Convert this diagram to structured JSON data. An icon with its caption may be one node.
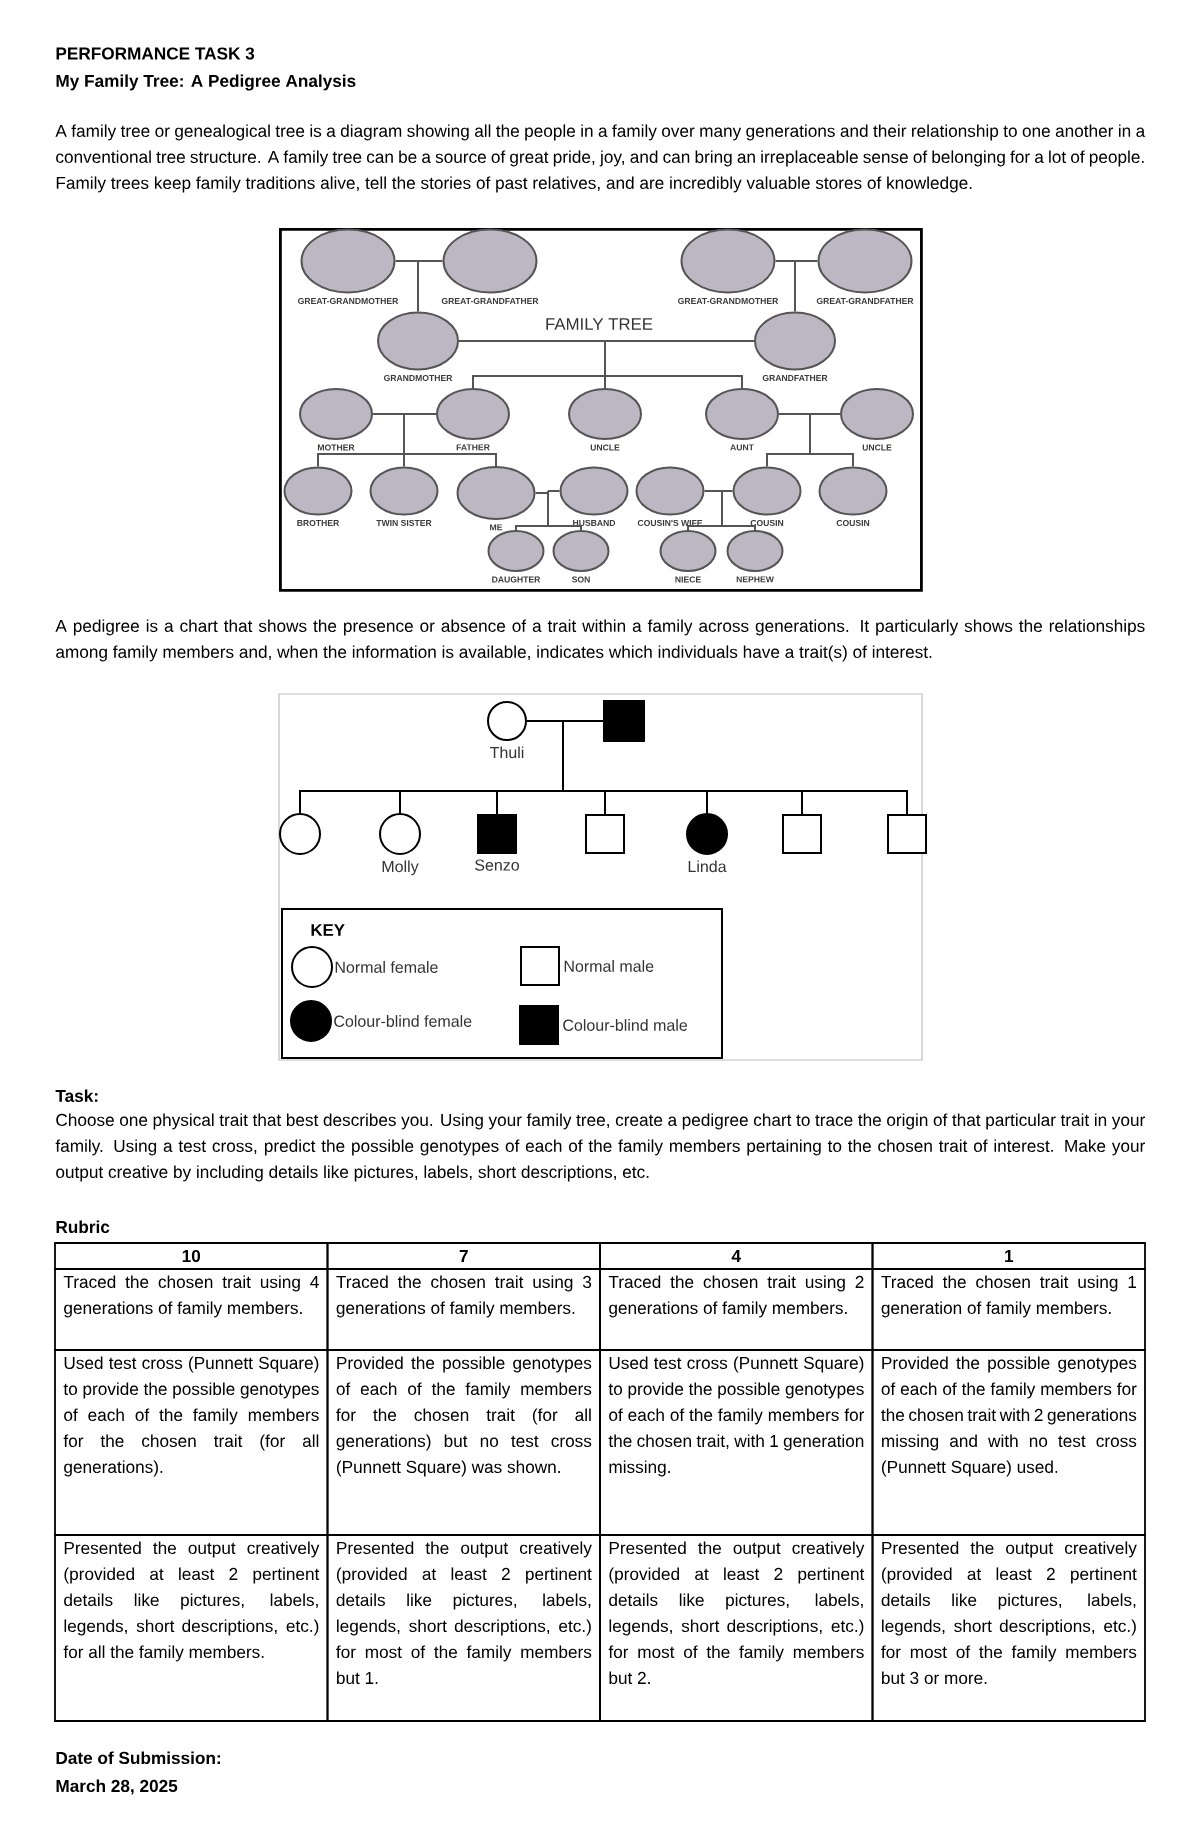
{
  "diagram": {
    "title": "PERFORMANCE TASK 3",
    "nodes": [
      {
        "text": [
          "FAMILY TREE"
        ]
      },
      {
        "text": [
          "GREAT-GRANDMOTHER"
        ],
        "in": 0
      },
      {
        "text": [
          "GREAT-GRANDFATHER"
        ],
        "in": 0
      },
      {
        "text": [
          "GREAT-GRANDMOTHER"
        ],
        "in": 0
      },
      {
        "text": [
          "GREAT-GRANDFATHER"
        ],
        "in": 0
      },
      {
        "text": [
          "GRANDMOTHER"
        ],
        "in": 0
      },
      {
        "text": [
          "GRANDFATHER"
        ],
        "in": 0
      },
      {
        "text": [
          "MOTHER"
        ],
        "in": 0
      },
      {
        "text": [
          "FATHER"
        ],
        "in": 0
      },
      {
        "text": [
          "UNCLE"
        ],
        "in": 0
      },
      {
        "text": [
          "AUNT"
        ],
        "in": 0
      },
      {
        "text": [
          "UNCLE"
        ],
        "in": 0
      },
      {
        "text": [
          "BROTHER"
        ],
        "in": 0
      },
      {
        "text": [
          "TWIN SISTER"
        ],
        "in": 0
      },
      {
        "text": [
          "ME"
        ],
        "in": 0
      },
      {
        "text": [
          "HUSBAND"
        ],
        "in": 0
      },
      {
        "text": [
          "COUSIN'S WIFE"
        ],
        "in": 0
      },
      {
        "text": [
          "COUSIN"
        ],
        "in": 0
      },
      {
        "text": [
          "COUSIN"
        ],
        "in": 0
      },
      {
        "text": [
          "DAUGHTER"
        ],
        "in": 0
      },
      {
        "text": [
          "SON"
        ],
        "in": 0
      },
      {
        "text": [
          "NIECE"
        ],
        "in": 0
      },
      {
        "text": [
          "NEPHEW"
        ],
        "in": 0
      },
      {
        "text": [
          "Thuli"
        ]
      },
      {
        "text": [],
        "shape": "box"
      },
      {
        "text": [],
        "shape": "circle"
      },
      {
        "text": [
          "Molly"
        ]
      },
      {
        "text": [
          "Senzo"
        ]
      },
      {
        "text": [],
        "shape": "box"
      },
      {
        "text": [
          "Linda"
        ]
      },
      {
        "text": [],
        "shape": "box"
      },
      {
        "text": [],
        "shape": "box"
      }
    ],
    "edges": [
      {
        "from": 1,
        "to": 2,
        "arrow": "none"
      },
      {
        "from": 1,
        "to": 5,
        "arrow": "none"
      },
      {
        "from": 2,
        "to": 5,
        "arrow": "none"
      },
      {
        "from": 3,
        "to": 4,
        "arrow": "none"
      },
      {
        "from": 3,
        "to": 6,
        "arrow": "none"
      },
      {
        "from": 4,
        "to": 6,
        "arrow": "none"
      },
      {
        "from": 5,
        "to": 6,
        "arrow": "none"
      },
      {
        "from": 5,
        "to": 8,
        "arrow": "none"
      },
      {
        "from": 5,
        "to": 9,
        "arrow": "none"
      },
      {
        "from": 5,
        "to": 10,
        "arrow": "none"
      },
      {
        "from": 6,
        "to": 8,
        "arrow": "none"
      },
      {
        "from": 6,
        "to": 9,
        "arrow": "none"
      },
      {
        "from": 6,
        "to": 10,
        "arrow": "none"
      },
      {
        "from": 7,
        "to": 8,
        "arrow": "none"
      },
      {
        "from": 7,
        "to": 12,
        "arrow": "none"
      },
      {
        "from": 7,
        "to": 13,
        "arrow": "none"
      },
      {
        "from": 7,
        "to": 14,
        "arrow": "none"
      },
      {
        "from": 8,
        "to": 12,
        "arrow": "none"
      },
      {
        "from": 8,
        "to": 13,
        "arrow": "none"
      },
      {
        "from": 8,
        "to": 14,
        "arrow": "none"
      },
      {
        "from": 10,
        "to": 11,
        "arrow": "none"
      },
      {
        "from": 10,
        "to": 17,
        "arrow": "none"
      },
      {
        "from": 10,
        "to": 18,
        "arrow": "none"
      },
      {
        "from": 11,
        "to": 17,
        "arrow": "none"
      },
      {
        "from": 11,
        "to": 18,
        "arrow": "none"
      },
      {
        "from": 14,
        "to": 15,
        "arrow": "none"
      },
      {
        "from": 14,
        "to": 19,
        "arrow": "none"
      },
      {
        "from": 14,
        "to": 20,
        "arrow": "none"
      },
      {
        "from": 15,
        "to": 19,
        "arrow": "none"
      },
      {
        "from": 15,
        "to": 20,
        "arrow": "none"
      },
      {
        "from": 16,
        "to": 17,
        "arrow": "none"
      },
      {
        "from": 16,
        "to": 21,
        "arrow": "none"
      },
      {
        "from": 16,
        "to": 22,
        "arrow": "none"
      },
      {
        "from": 17,
        "to": 21,
        "arrow": "none"
      },
      {
        "from": 17,
        "to": 22,
        "arrow": "none"
      },
      {
        "from": 23,
        "to": 24,
        "arrow": "none"
      },
      {
        "from": 23,
        "to": 25,
        "arrow": "none"
      },
      {
        "from": 23,
        "to": 26,
        "arrow": "none"
      },
      {
        "from": 23,
        "to": 27,
        "arrow": "none"
      },
      {
        "from": 23,
        "to": 28,
        "arrow": "none"
      },
      {
        "from": 23,
        "to": 29,
        "arrow": "none"
      },
      {
        "from": 23,
        "to": 30,
        "arrow": "none"
      },
      {
        "from": 23,
        "to": 31,
        "arrow": "none"
      },
      {
        "from": 24,
        "to": 25,
        "arrow": "none"
      },
      {
        "from": 24,
        "to": 26,
        "arrow": "none"
      },
      {
        "from": 24,
        "to": 27,
        "arrow": "none"
      },
      {
        "from": 24,
        "to": 28,
        "arrow": "none"
      },
      {
        "from": 24,
        "to": 29,
        "arrow": "none"
      },
      {
        "from": 24,
        "to": 30,
        "arrow": "none"
      },
      {
        "from": 24,
        "to": 31,
        "arrow": "none"
      }
    ],
    "labels": [
      "My Family Tree: A Pedigree Analysis",
      "A family tree or genealogical tree is a diagram showing all the people in a family over many generations and their relationship to one another in a conventional tree structure. A family tree can be a source of great pride, joy, and can bring an irreplaceable sense of belonging for a lot of people. Family trees keep family traditions alive, tell the stories of past relatives, and are incredibly valuable stores of knowledge.",
      "A pedigree is a chart that shows the presence or absence of a trait within a family across generations. It particularly shows the relationships among family members and, when the information is available, indicates which individuals have a trait(s) of interest.",
      "KEY",
      "Task:",
      "Choose one physical trait that best describes you. Using your family tree, create a pedigree chart to trace the origin of that particular trait in your family. Using a test cross, predict the possible genotypes of each of the family members pertaining to the chosen trait of interest. Make your output creative by including details like pictures, labels, short descriptions, etc.",
      "Rubric",
      "10",
      "7",
      "4",
      "1",
      "Traced the chosen trait using 4 generations of family members.",
      "Traced the chosen trait using 3 generations of family members.",
      "Traced the chosen trait using 2 generations of family members.",
      "Traced the chosen trait using 1 generation of family members.",
      "Used test cross (Punnett Square) to provide the possible genotypes of each of the family members for the chosen trait (for all generations).",
      "Provided the possible genotypes of each of the family members for the chosen trait (for all generations) but no test cross (Punnett Square) was shown.",
      "Used test cross (Punnett Square) to provide the possible genotypes of each of the family members for the chosen trait, with 1 generation missing.",
      "Provided the possible genotypes of each of the family members for the chosen trait with 2 generations missing and with no test cross (Punnett Square) used.",
      "Presented the output creatively (provided at least 2 pertinent details like pictures, labels, legends, short descriptions, etc.) for all the family members.",
      "Presented the output creatively (provided at least 2 pertinent details like pictures, labels, legends, short descriptions, etc.) for most of the family members but 1.",
      "Presented the output creatively (provided at least 2 pertinent details like pictures, labels, legends, short descriptions, etc.) for most of the family members but 2.",
      "Presented the output creatively (provided at least 2 pertinent details like pictures, labels, legends, short descriptions, etc.) for most of the family members but 3 or more.",
      "Date of Submission:",
      "March 28, 2025"
    ],
    "legend": [
      {
        "text": "Normal female"
      },
      {
        "text": "Normal male"
      },
      {
        "text": "Colour-blind female"
      },
      {
        "text": "Colour-blind male"
      }
    ]
  }
}
